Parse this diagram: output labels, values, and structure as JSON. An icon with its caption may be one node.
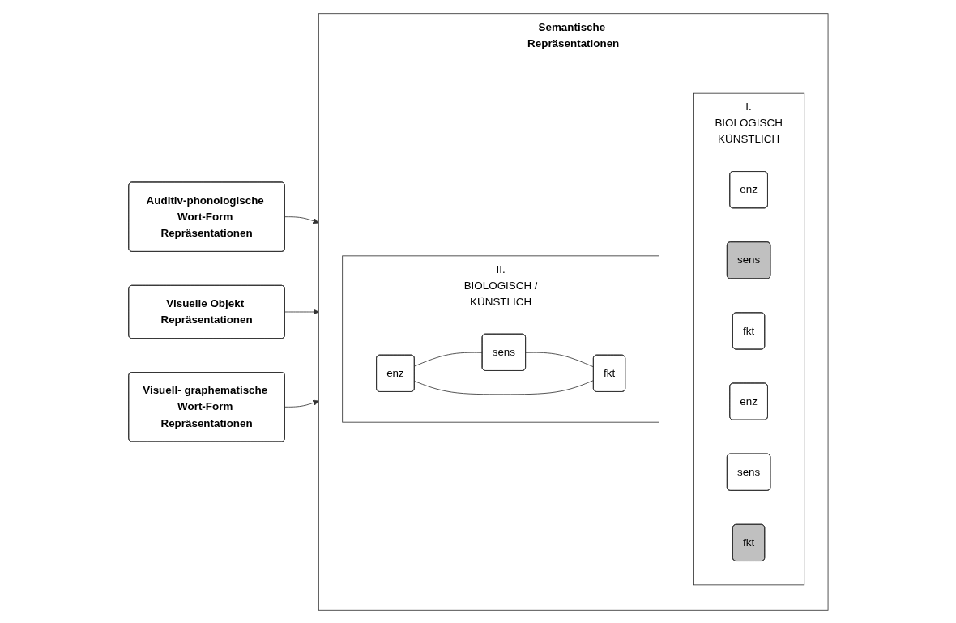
{
  "diagram": {
    "nodes": [
      {
        "text": [
          "Auditiv-phonologische Wort-Form Repräsentationen"
        ]
      },
      {
        "text": [
          "Visuelle Objekt Repräsentationen"
        ]
      },
      {
        "text": [
          "Visuell- graphematische Wort-Form Repräsentationen"
        ]
      },
      {
        "text": [
          "Semantische Repräsentationen"
        ]
      },
      {
        "text": [
          "I."
        ],
        "in": 3,
        "beside": [
          "BIOLOGISCH",
          "KÜNSTLICH"
        ]
      },
      {
        "text": [
          "enz"
        ],
        "in": 4
      },
      {
        "text": [
          "sens"
        ],
        "in": 4
      },
      {
        "text": [
          "fkt"
        ],
        "in": 4
      },
      {
        "text": [
          "enz"
        ],
        "in": 4
      },
      {
        "text": [
          "sens"
        ],
        "in": 4
      },
      {
        "text": [
          "fkt"
        ],
        "in": 4
      },
      {
        "text": [
          "II.",
          "BIOLOGISCH /",
          "KÜNSTLICH"
        ],
        "in": 3
      },
      {
        "text": [
          "enz"
        ],
        "in": 11
      },
      {
        "text": [
          "sens"
        ],
        "in": 11
      },
      {
        "text": [
          "fkt"
        ],
        "in": 11
      }
    ],
    "edges": [
      {
        "from": 0,
        "to": 3,
        "arrow": "to"
      },
      {
        "from": 1,
        "to": 3,
        "arrow": "to"
      },
      {
        "from": 2,
        "to": 3,
        "arrow": "to"
      },
      {
        "from": 12,
        "to": 13,
        "arrow": "none"
      },
      {
        "from": 13,
        "to": 14,
        "arrow": "none"
      },
      {
        "from": 12,
        "to": 14,
        "arrow": "none"
      }
    ]
  }
}
